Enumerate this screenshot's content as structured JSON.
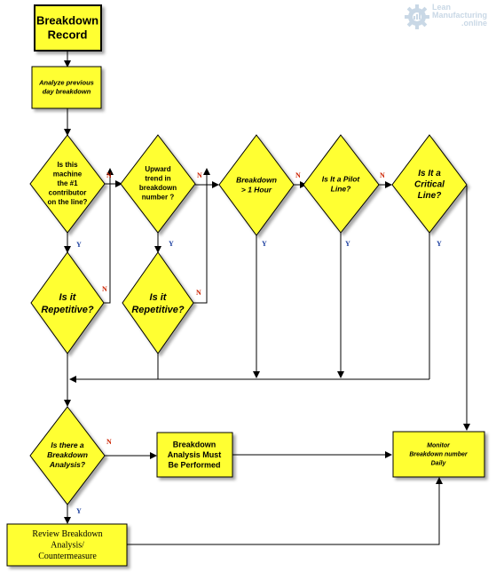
{
  "watermark": {
    "line1": "Lean",
    "line2": "Manufacturing",
    "line3": ".online"
  },
  "nodes": {
    "start": [
      "Breakdown",
      "Record"
    ],
    "analyze": [
      "Analyze previous",
      "day breakdown"
    ],
    "contributor": [
      "Is this",
      "machine",
      "the  #1",
      "contributor",
      "on the line?"
    ],
    "upward": [
      "Upward",
      "trend in",
      "breakdown",
      "number ?"
    ],
    "hour": [
      "Breakdown",
      "> 1 Hour"
    ],
    "pilot": [
      "Is It a Pilot",
      "Line?"
    ],
    "critical": [
      "Is It a",
      "Critical",
      "Line?"
    ],
    "repetitive1": [
      "Is it",
      "Repetitive?"
    ],
    "repetitive2": [
      "Is it",
      "Repetitive?"
    ],
    "analysis": [
      "Is there a",
      "Breakdown",
      "Analysis?"
    ],
    "must": [
      "Breakdown",
      "Analysis Must",
      "Be Performed"
    ],
    "monitor": [
      "Monitor",
      "Breakdown number",
      "Daily"
    ],
    "review": [
      "Review Breakdown",
      "Analysis/",
      "Countermeasure"
    ]
  },
  "labels": {
    "yes": "Y",
    "no": "N"
  },
  "colors": {
    "fill": "#ffff33",
    "border": "#000000",
    "no_label": "#cc2200",
    "yes_label": "#1a3d9e",
    "watermark": "#c9d8e6"
  }
}
